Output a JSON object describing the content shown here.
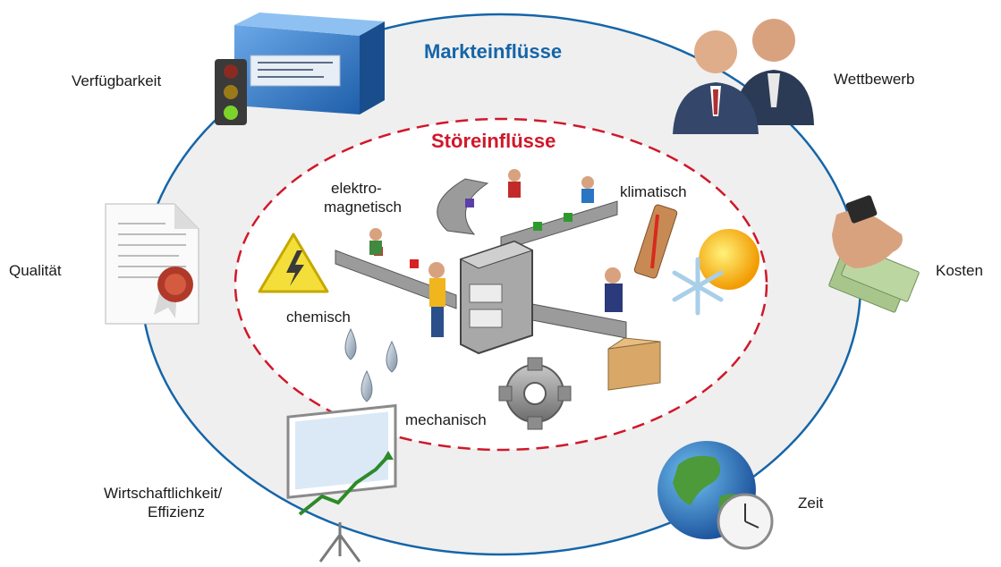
{
  "outer": {
    "title": "Markteinflüsse",
    "labels": {
      "availability": "Verfügbarkeit",
      "competition": "Wettbewerb",
      "quality": "Qualität",
      "costs": "Kosten",
      "efficiency_line1": "Wirtschaftlichkeit/",
      "efficiency_line2": "Effizienz",
      "time": "Zeit"
    }
  },
  "inner": {
    "title": "Störeinflüsse",
    "labels": {
      "electromagnetic_line1": "elektro-",
      "electromagnetic_line2": "magnetisch",
      "climatic": "klimatisch",
      "chemical": "chemisch",
      "mechanical": "mechanisch"
    }
  },
  "colors": {
    "outer_ring": "#1565a8",
    "outer_fill": "#efefef",
    "inner_dashed": "#d0182a",
    "inner_fill": "#ffffff",
    "outer_title": "#1565a8",
    "inner_title": "#d0182a"
  },
  "icons": [
    "server-box-icon",
    "traffic-light-icon",
    "business-people-icon",
    "certificate-document-icon",
    "money-hand-icon",
    "chart-presentation-icon",
    "globe-clock-icon",
    "high-voltage-warning-icon",
    "thermometer-sun-snowflake-icon",
    "water-drops-icon",
    "gear-icon",
    "conveyor-factory-icon"
  ]
}
